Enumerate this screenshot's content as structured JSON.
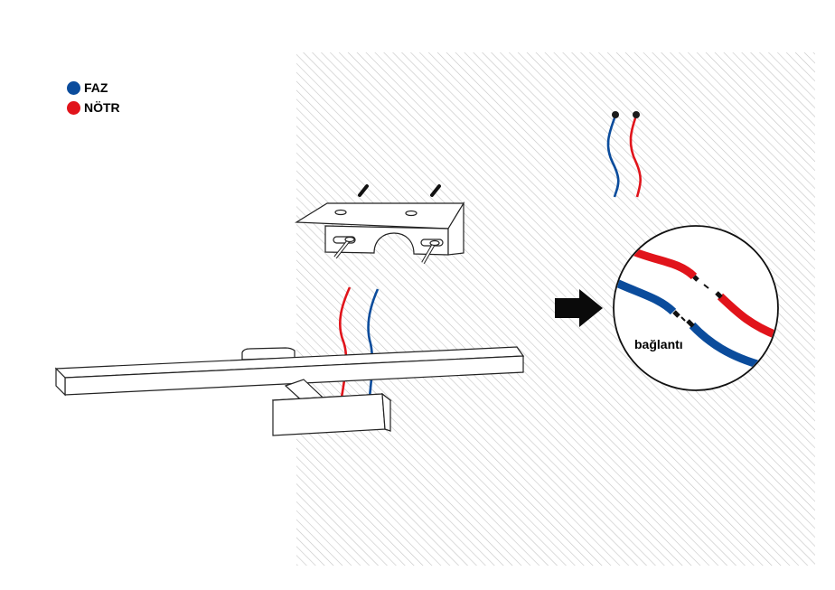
{
  "legend": {
    "items": [
      {
        "label": "FAZ",
        "color": "#0b4c9c"
      },
      {
        "label": "NÖTR",
        "color": "#e1141b"
      }
    ]
  },
  "detail": {
    "label": "bağlantı"
  },
  "colors": {
    "phase": "#0b4c9c",
    "neutral": "#e1141b",
    "outline": "#222222",
    "hatch": "#c4c4c4"
  }
}
